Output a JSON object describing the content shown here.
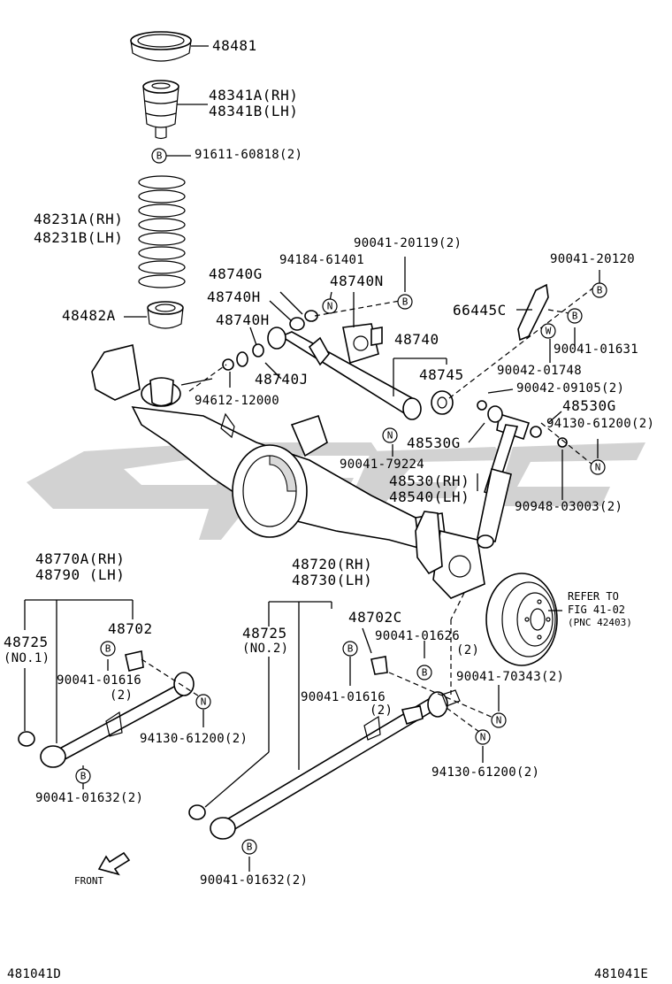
{
  "watermark": {
    "color": "#d2d2d2"
  },
  "labels": {
    "p48481": "48481",
    "p48341a": "48341A(RH)",
    "p48341b": "48341B(LH)",
    "p91611": "91611-60818(2)",
    "p48231a": "48231A(RH)",
    "p48231b": "48231B(LH)",
    "p48482a": "48482A",
    "p90041_20119": "90041-20119(2)",
    "p94184": "94184-61401",
    "p48740g": "48740G",
    "p48740n": "48740N",
    "p48740h_1": "48740H",
    "p48740h_2": "48740H",
    "p48740": "48740",
    "p48740j": "48740J",
    "p48745": "48745",
    "p94612": "94612-12000",
    "p90041_20120": "90041-20120",
    "p66445c": "66445C",
    "p90041_01631": "90041-01631",
    "p90042_01748": "90042-01748",
    "p90042_09105": "90042-09105(2)",
    "p48530g_1": "48530G",
    "p48530g_2": "48530G",
    "p94130_top": "94130-61200(2)",
    "p90041_79224": "90041-79224",
    "p48530": "48530(RH)",
    "p48540": "48540(LH)",
    "p90948": "90948-03003(2)",
    "p48770a": "48770A(RH)",
    "p48790": "48790  (LH)",
    "p48720": "48720(RH)",
    "p48730": "48730(LH)",
    "p48702": "48702",
    "p48725_l": "48725",
    "p48725_l_no": "(NO.1)",
    "p48725_r": "48725",
    "p48725_r_no": "(NO.2)",
    "p48702c": "48702C",
    "p90041_01626": "90041-01626",
    "p90041_01626_q": "(2)",
    "refer1": "REFER TO",
    "refer2": "FIG 41-02",
    "refer3": "(PNC 42403)",
    "p90041_01616_l": "90041-01616",
    "p90041_01616_l_q": "(2)",
    "p90041_01616_r": "90041-01616",
    "p90041_01616_r_q": "(2)",
    "p90041_70343": "90041-70343(2)",
    "p94130_left": "94130-61200(2)",
    "p94130_right": "94130-61200(2)",
    "p90041_01632_l": "90041-01632(2)",
    "p90041_01632_r": "90041-01632(2)",
    "front": "FRONT",
    "code_left": "481041D",
    "code_right": "481041E"
  },
  "callouts": {
    "b": "B",
    "n": "N",
    "w": "W"
  }
}
